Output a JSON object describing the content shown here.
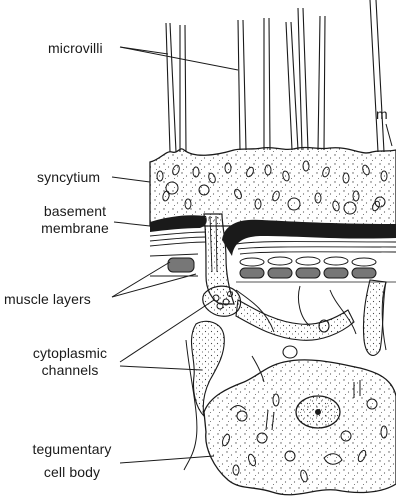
{
  "diagram": {
    "labels": {
      "microvilli": "microvilli",
      "cut_label": "m",
      "syncytium": "syncytium",
      "basement_1": "basement",
      "basement_2": "membrane",
      "muscle": "muscle layers",
      "cyto_1": "cytoplasmic",
      "cyto_2": "channels",
      "teg_1": "tegumentary",
      "teg_2": "cell body"
    },
    "colors": {
      "ink": "#1a1a1a",
      "stipple": "#555555",
      "background": "#ffffff",
      "muscle_fill": "#777777"
    }
  }
}
